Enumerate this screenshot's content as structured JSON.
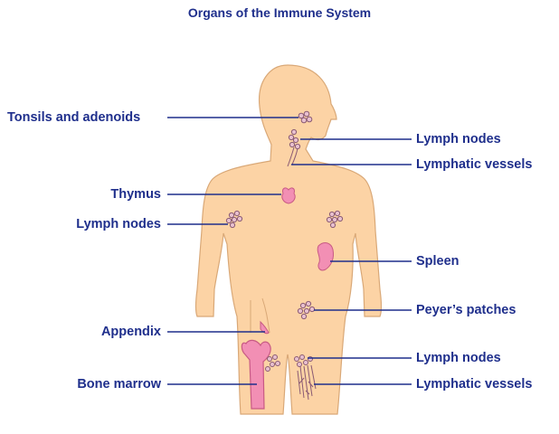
{
  "title": "Organs of the Immune System",
  "labels": {
    "tonsils": "Tonsils and adenoids",
    "lymph_nodes_neck": "Lymph nodes",
    "lymphatic_vessels_neck": "Lymphatic vessels",
    "thymus": "Thymus",
    "lymph_nodes_armpit": "Lymph nodes",
    "spleen": "Spleen",
    "peyers_patches": "Peyer’s patches",
    "appendix": "Appendix",
    "lymph_nodes_groin": "Lymph nodes",
    "bone_marrow": "Bone marrow",
    "lymphatic_vessels_leg": "Lymphatic vessels"
  },
  "colors": {
    "body_fill": "#fcd3a5",
    "body_outline": "#d9a877",
    "organ_pink": "#f28fb4",
    "organ_outline": "#c85a84",
    "leader_line": "#1f2f8c",
    "label_text": "#1f2f8c",
    "node_fill": "#e8c0cf",
    "node_outline": "#8a5a73"
  }
}
